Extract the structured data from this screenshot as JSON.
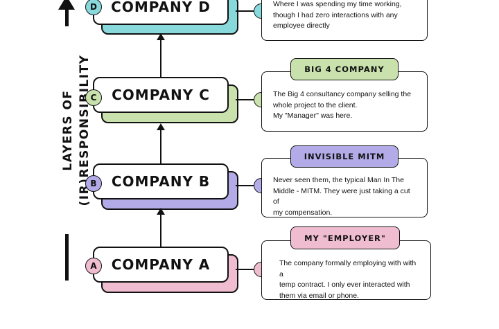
{
  "axis": {
    "label": "LAYERS OF (IR)RESPONSIBILITY"
  },
  "colors": {
    "cyan": "#88d9dc",
    "green": "#c9e2ad",
    "purple": "#b3abe8",
    "pink": "#f0bdd0",
    "outline": "#111111"
  },
  "layers": [
    {
      "id": "d",
      "badge": "D",
      "title": "COMPANY D",
      "tag": "",
      "description": [
        "Where I was spending my time working,",
        "though I had zero interactions with any",
        "employee directly"
      ]
    },
    {
      "id": "c",
      "badge": "C",
      "title": "COMPANY C",
      "tag": "BIG 4 COMPANY",
      "description": [
        "The Big 4 consultancy company selling the",
        "whole project to the client.",
        "My \"Manager\" was here."
      ]
    },
    {
      "id": "b",
      "badge": "B",
      "title": "COMPANY B",
      "tag": "INVISIBLE MITM",
      "description": [
        "Never seen them, the typical Man In The",
        "Middle - MITM. They were just taking a cut of",
        "my compensation."
      ]
    },
    {
      "id": "a",
      "badge": "A",
      "title": "COMPANY A",
      "tag": "MY \"EMPLOYER\"",
      "description": [
        "The company formally employing with with a",
        "temp contract. I only ever interacted with",
        "them via email or phone."
      ]
    }
  ]
}
